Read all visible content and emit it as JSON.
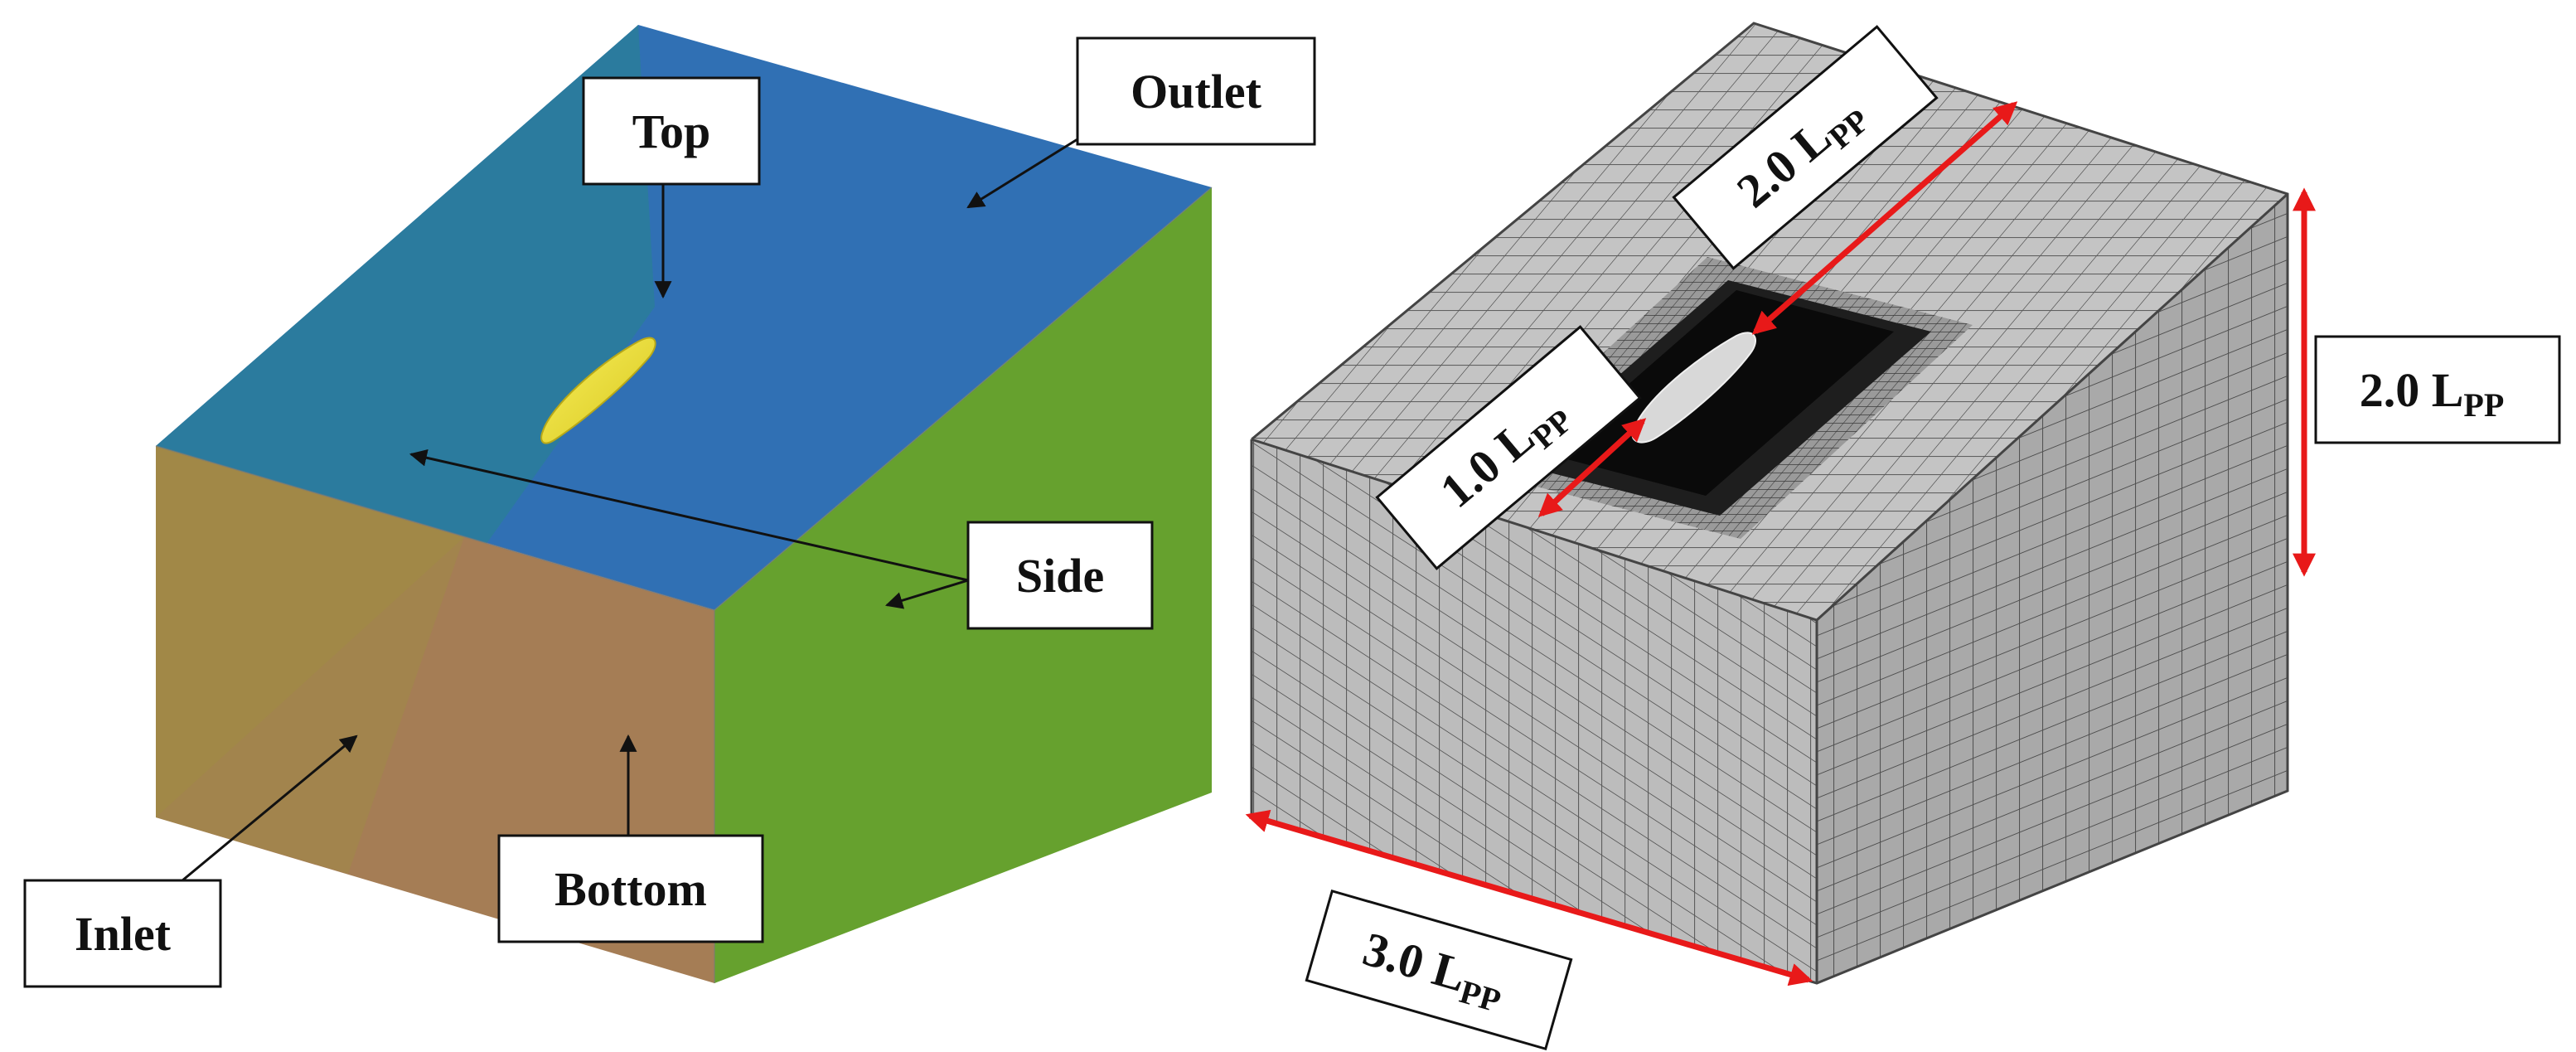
{
  "left_panel": {
    "labels": {
      "top": "Top",
      "outlet": "Outlet",
      "side": "Side",
      "inlet": "Inlet",
      "bottom": "Bottom"
    },
    "colors": {
      "top_face": "#3070B4",
      "top_face_left": "#2A7E98",
      "side_face": "#66A12E",
      "inlet_face": "#A57D55",
      "inlet_face_left": "#A28A45",
      "ship": "#F0E436",
      "arrow": "#111111"
    }
  },
  "right_panel": {
    "dimensions": {
      "length_lpp_value": "2.0 L",
      "width_lpp_value": "1.0 L",
      "height_lpp_value": "2.0 L",
      "depth_lpp_value": "3.0 L",
      "subscript": "PP"
    },
    "colors": {
      "mesh_fill": "#BDBDBD",
      "mesh_fill_dark": "#A8A8A8",
      "mesh_line": "#555555",
      "refine_zone": "#0A0A0A",
      "ship": "#D8D8D8",
      "dimension_arrow": "#E81919"
    }
  }
}
